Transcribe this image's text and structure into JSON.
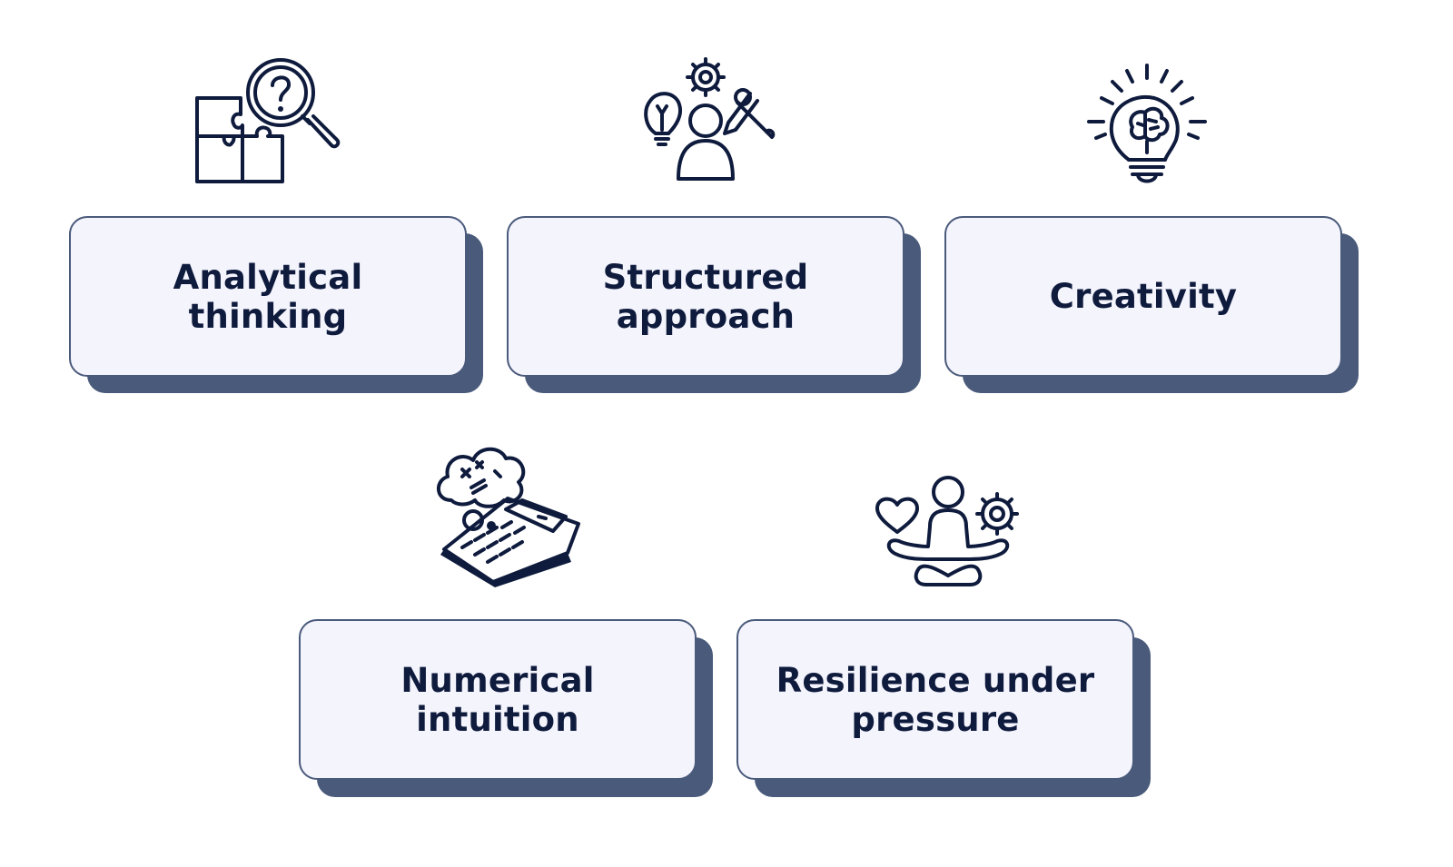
{
  "colors": {
    "card_fill": "#f4f4fd",
    "card_border": "#4a5a7b",
    "card_shadow": "#4a5a7b",
    "text": "#0f1b3d",
    "icon_stroke": "#0f1b3d",
    "background": "#ffffff"
  },
  "skills": [
    {
      "label": "Analytical\nthinking",
      "icon": "puzzle-magnifier-question-icon"
    },
    {
      "label": "Structured\napproach",
      "icon": "person-with-bulb-gear-tools-icon"
    },
    {
      "label": "Creativity",
      "icon": "lightbulb-brain-icon"
    },
    {
      "label": "Numerical\nintuition",
      "icon": "calculator-thought-cloud-icon"
    },
    {
      "label": "Resilience under\npressure",
      "icon": "meditating-person-heart-gear-icon"
    }
  ]
}
